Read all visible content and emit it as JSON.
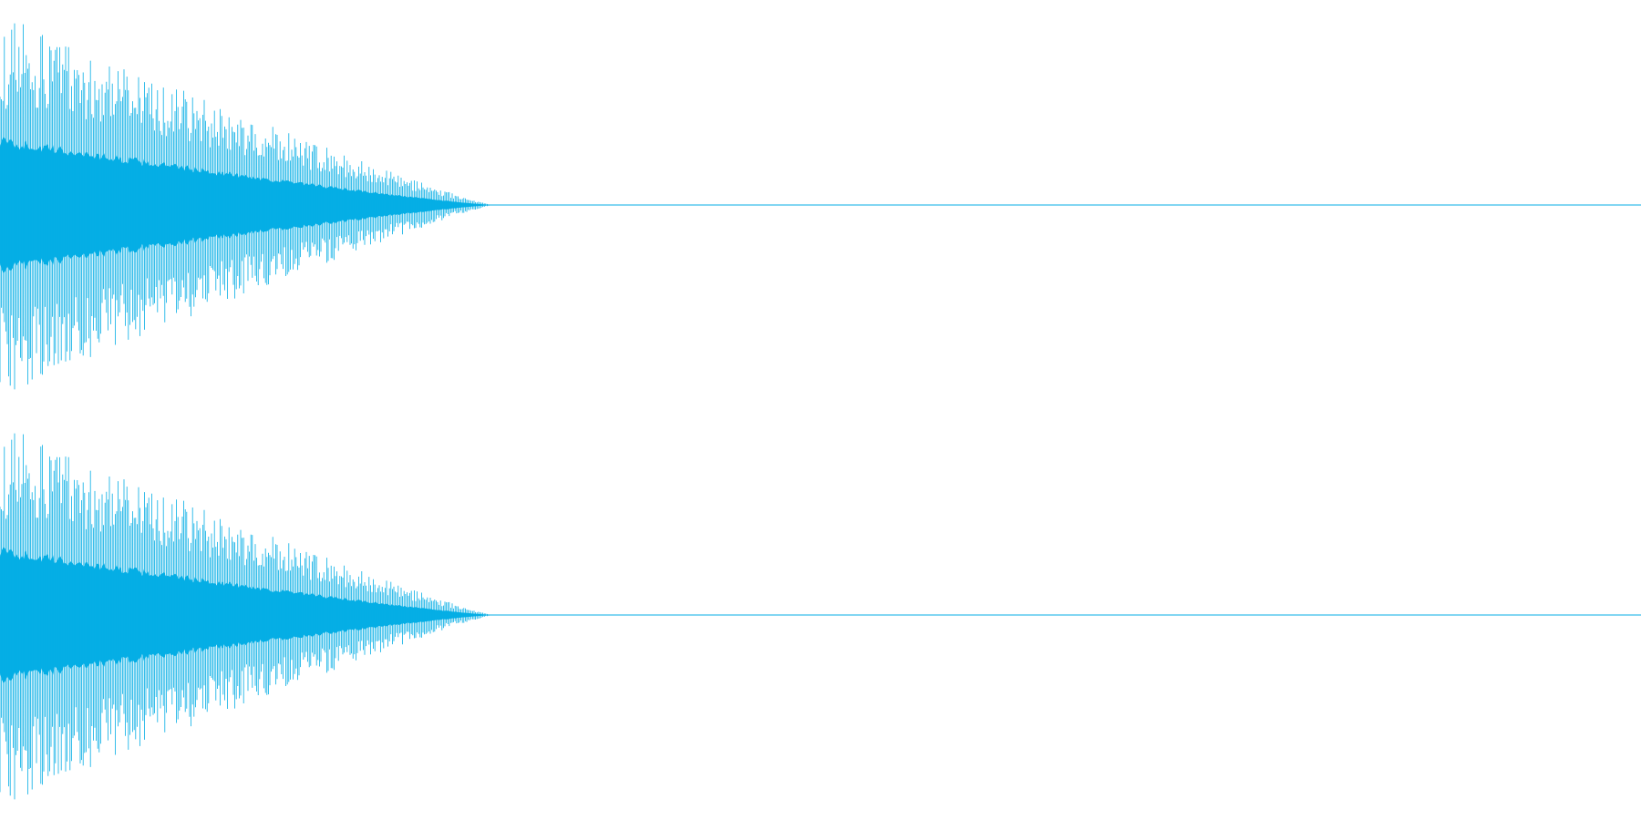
{
  "waveform": {
    "wave_color": "#05aee5",
    "background_color": "#ffffff",
    "channel_count": 2,
    "channels": [
      {
        "name": "",
        "envelope": {
          "attack_peak_fraction": 0.96,
          "decay_end_fraction_of_duration": 0.3,
          "sustain_amplitude_fraction": 0.0
        }
      },
      {
        "name": "",
        "envelope": {
          "attack_peak_fraction": 0.96,
          "decay_end_fraction_of_duration": 0.3,
          "sustain_amplitude_fraction": 0.0
        }
      }
    ]
  }
}
